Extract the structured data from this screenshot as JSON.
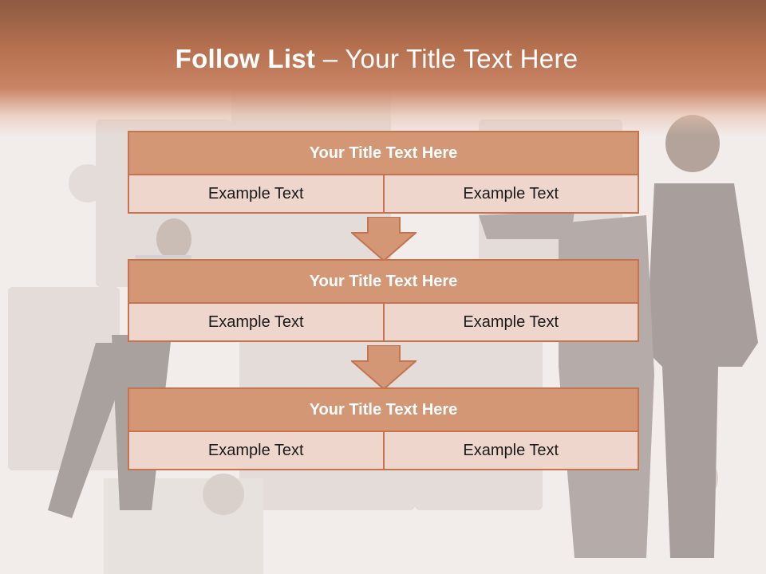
{
  "slide": {
    "title_bold": "Follow List",
    "title_rest": " – Your Title Text Here"
  },
  "steps": [
    {
      "title": "Your Title Text Here",
      "left": "Example Text",
      "right": "Example Text"
    },
    {
      "title": "Your Title Text Here",
      "left": "Example Text",
      "right": "Example Text"
    },
    {
      "title": "Your Title Text Here",
      "left": "Example Text",
      "right": "Example Text"
    }
  ],
  "colors": {
    "header": "#b5704f",
    "step_head": "#d39775",
    "step_cell": "#efd6cd",
    "border": "#c5744f"
  }
}
